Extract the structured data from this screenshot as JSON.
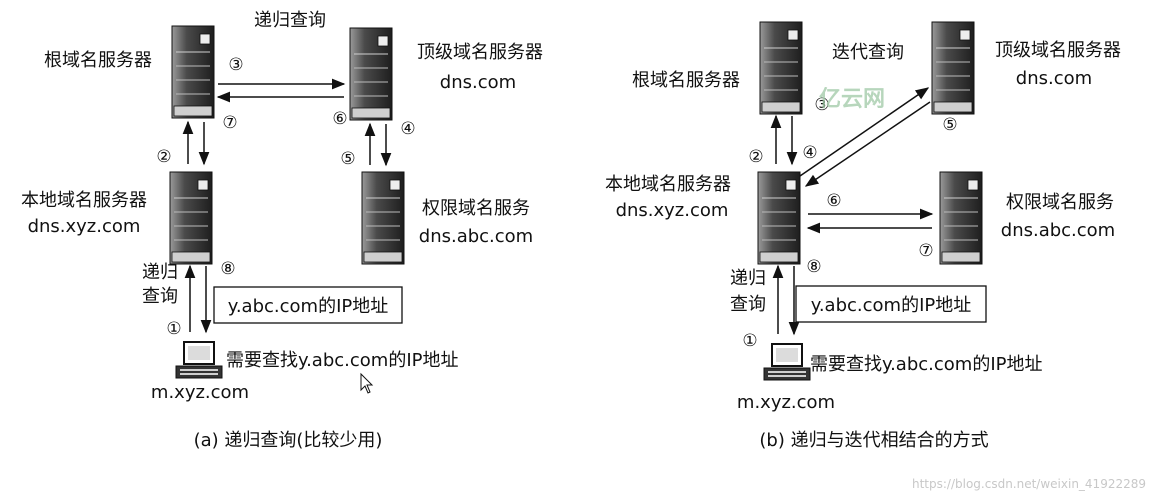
{
  "diagram_a": {
    "title_query": "递归查询",
    "root_server": "根域名服务器",
    "tld_server": "顶级域名服务器",
    "tld_domain": "dns.com",
    "local_server": "本地域名服务器",
    "local_domain": "dns.xyz.com",
    "auth_server": "权限域名服务",
    "auth_domain": "dns.abc.com",
    "client_query_line1": "递归",
    "client_query_line2": "查询",
    "answer_box": "y.abc.com的IP地址",
    "client_task": "需要查找y.abc.com的IP地址",
    "client_host": "m.xyz.com",
    "caption": "(a) 递归查询(比较少用)",
    "steps": [
      "①",
      "②",
      "③",
      "④",
      "⑤",
      "⑥",
      "⑦",
      "⑧"
    ]
  },
  "diagram_b": {
    "title_query": "迭代查询",
    "root_server": "根域名服务器",
    "tld_server": "顶级域名服务器",
    "tld_domain": "dns.com",
    "local_server": "本地域名服务器",
    "local_domain": "dns.xyz.com",
    "auth_server": "权限域名服务",
    "auth_domain": "dns.abc.com",
    "client_query_line1": "递归",
    "client_query_line2": "查询",
    "answer_box": "y.abc.com的IP地址",
    "client_task": "需要查找y.abc.com的IP地址",
    "client_host": "m.xyz.com",
    "caption": "(b) 递归与迭代相结合的方式",
    "steps": [
      "①",
      "②",
      "③",
      "④",
      "⑤",
      "⑥",
      "⑦",
      "⑧"
    ]
  },
  "watermark": {
    "brand": "亿云网",
    "url": "https://blog.csdn.net/weixin_41922289"
  },
  "colors": {
    "server_dark": "#2e2e2e",
    "server_light": "#8a8a8a",
    "line": "#111111",
    "watermark": "#9fc9a6"
  }
}
